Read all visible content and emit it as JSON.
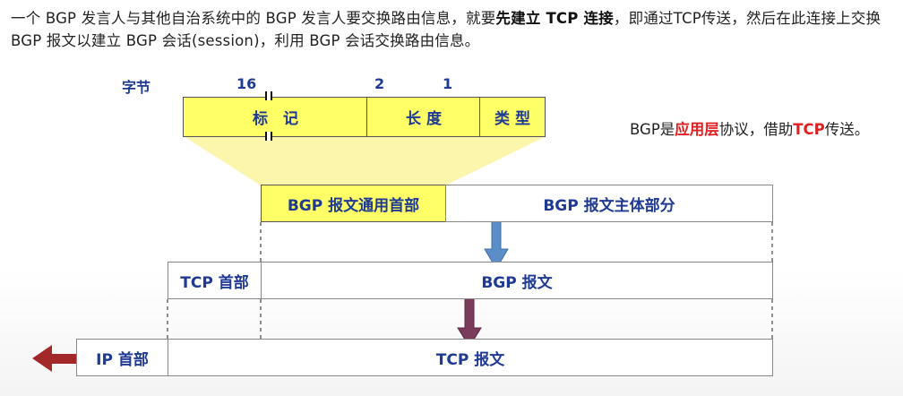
{
  "intro": {
    "part1": "一个 BGP 发言人与其他自治系统中的 BGP 发言人要交换路由信息，就要",
    "bold": "先建立 TCP 连接",
    "part2": "，即通过TCP传送，然后在此连接上交换 BGP 报文以建立 BGP 会话(session)，利用 BGP 会话交换路由信息。"
  },
  "header_format": {
    "bytes_label": "字节",
    "byte_counts": [
      "16",
      "2",
      "1"
    ],
    "fields": [
      "标　记",
      "长 度",
      "类 型"
    ]
  },
  "bgp_message": {
    "header": "BGP 报文通用首部",
    "body": "BGP 报文主体部分"
  },
  "tcp_segment": {
    "header": "TCP 首部",
    "payload": "BGP 报文"
  },
  "ip_datagram": {
    "header": "IP 首部",
    "payload": "TCP 报文"
  },
  "note": {
    "prefix": "BGP是",
    "highlight1": "应用层",
    "middle": "协议，借助",
    "highlight2": "TCP",
    "suffix": "传送。"
  },
  "colors": {
    "label_blue": "#1f3a93",
    "field_yellow": "#ffff66",
    "arrow_blue": "#5b8ec9",
    "arrow_purple": "#7b3b5a",
    "arrow_red": "#a3282a",
    "highlight_red": "#e02020"
  }
}
